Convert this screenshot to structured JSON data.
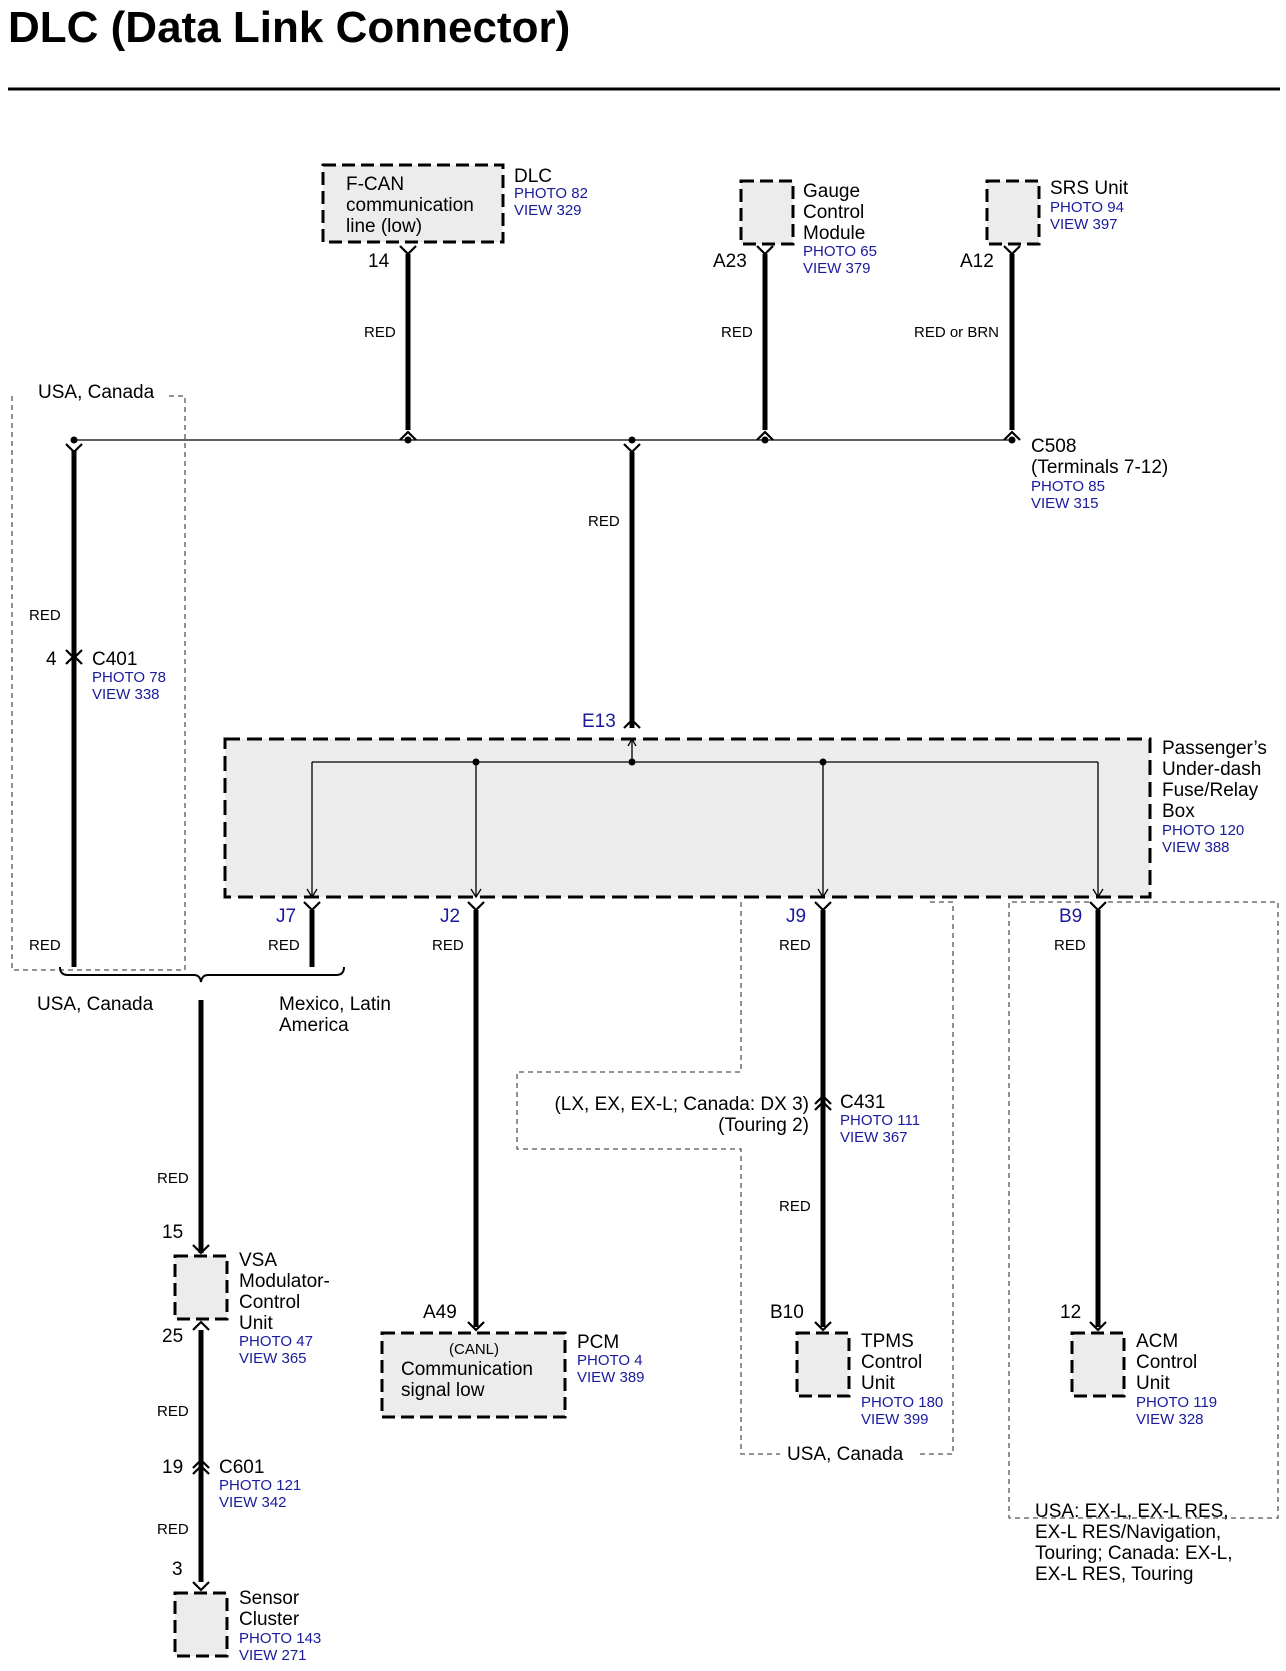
{
  "title": "DLC (Data Link Connector)",
  "components": {
    "dlc": {
      "lines": [
        "F-CAN",
        "communication",
        "line (low)"
      ],
      "name": "DLC",
      "photo": "PHOTO 82",
      "view": "VIEW 329",
      "pin": "14"
    },
    "gauge": {
      "lines": [
        "Gauge",
        "Control",
        "Module"
      ],
      "photo": "PHOTO 65",
      "view": "VIEW 379",
      "pin": "A23"
    },
    "srs": {
      "name": "SRS Unit",
      "photo": "PHOTO 94",
      "view": "VIEW 397",
      "pin": "A12"
    },
    "c508": {
      "lines": [
        "C508",
        "(Terminals 7-12)"
      ],
      "photo": "PHOTO 85",
      "view": "VIEW 315"
    },
    "c401": {
      "name": "C401",
      "pin": "4",
      "photo": "PHOTO 78",
      "view": "VIEW 338"
    },
    "fusebox": {
      "lines": [
        "Passenger’s",
        "Under-dash",
        "Fuse/Relay",
        "Box"
      ],
      "photo": "PHOTO 120",
      "view": "VIEW 388",
      "terminal_in": "E13",
      "terminals_out": [
        "J7",
        "J2",
        "J9",
        "B9"
      ]
    },
    "vsa": {
      "lines": [
        "VSA",
        "Modulator-",
        "Control",
        "Unit"
      ],
      "photo": "PHOTO 47",
      "view": "VIEW 365",
      "pin_top": "15",
      "pin_bottom": "25"
    },
    "c601": {
      "name": "C601",
      "pin": "19",
      "photo": "PHOTO 121",
      "view": "VIEW 342"
    },
    "sensor": {
      "lines": [
        "Sensor",
        "Cluster"
      ],
      "photo": "PHOTO 143",
      "view": "VIEW 271",
      "pin": "3"
    },
    "pcm": {
      "canl": "(CANL)",
      "lines": [
        "Communication",
        "signal low"
      ],
      "name": "PCM",
      "photo": "PHOTO 4",
      "view": "VIEW 389",
      "pin": "A49"
    },
    "c431": {
      "name": "C431",
      "photo": "PHOTO 111",
      "view": "VIEW 367"
    },
    "tpms": {
      "lines": [
        "TPMS",
        "Control",
        "Unit"
      ],
      "photo": "PHOTO 180",
      "view": "VIEW 399",
      "pin": "B10"
    },
    "acm": {
      "lines": [
        "ACM",
        "Control",
        "Unit"
      ],
      "photo": "PHOTO 119",
      "view": "VIEW 328",
      "pin": "12"
    }
  },
  "wire_colors": {
    "red": "RED",
    "red_or_brn": "RED or BRN"
  },
  "regions": {
    "usa_canada": "USA, Canada",
    "mexico_latin": [
      "Mexico, Latin",
      "America"
    ],
    "c431_variants": [
      "(LX, EX, EX-L; Canada: DX 3)",
      "(Touring 2)"
    ],
    "acm_variants": [
      "USA: EX-L, EX-L RES,",
      "EX-L RES/Navigation,",
      "Touring; Canada: EX-L,",
      "EX-L RES, Touring"
    ]
  },
  "colors": {
    "reference_blue": "#1a1a9c",
    "component_fill": "#ececec"
  }
}
